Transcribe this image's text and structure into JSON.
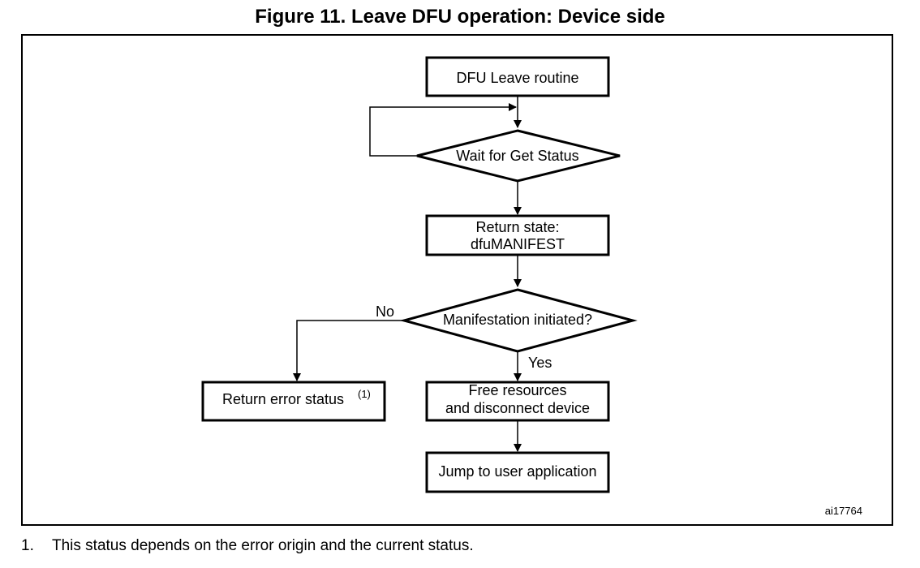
{
  "figure": {
    "title": "Figure 11. Leave DFU operation: Device side",
    "id_label": "ai17764"
  },
  "flow": {
    "start": "DFU Leave routine",
    "wait": "Wait for Get Status",
    "return_state_line1": "Return state:",
    "return_state_line2": "dfuMANIFEST",
    "decision": "Manifestation initiated?",
    "no_label": "No",
    "yes_label": "Yes",
    "error": "Return error status",
    "error_note": "(1)",
    "free_line1": "Free resources",
    "free_line2": "and disconnect device",
    "jump": "Jump to user application"
  },
  "footnote": {
    "number": "1.",
    "text": "This status depends on the error origin and the current status."
  }
}
